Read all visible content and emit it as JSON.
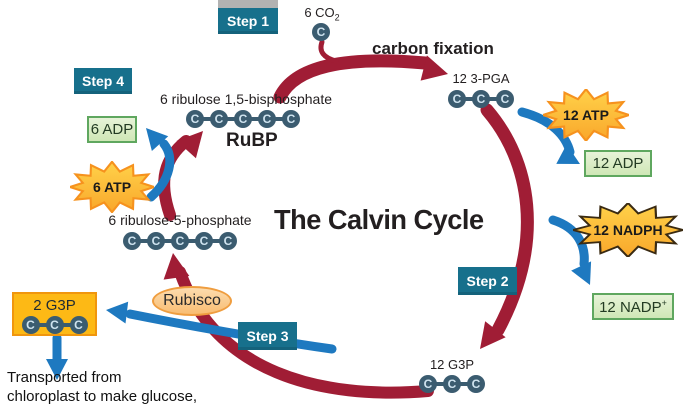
{
  "carbon_letter": "C",
  "title": "The Calvin Cycle",
  "steps": {
    "s1": "Step 1",
    "s2": "Step 2",
    "s3": "Step 3",
    "s4": "Step 4"
  },
  "labels": {
    "carbon_fixation": "carbon fixation",
    "co2": "6 CO",
    "co2_sub": "2",
    "pga": "12 3-PGA",
    "g3p_12": "12 G3P",
    "g3p_2": "2 G3P",
    "r5p": "6 ribulose-5-phosphate",
    "rubp_full": "6 ribulose 1,5-bisphosphate",
    "rubp_abbr": "RuBP",
    "enzyme": "Rubisco",
    "transport_1": "Transported from",
    "transport_2": "chloroplast to make glucose,"
  },
  "energy": {
    "atp_12": "12 ATP",
    "adp_12": "12 ADP",
    "nadph_12": "12 NADPH",
    "nadp_12": "12 NADP",
    "nadp_12_sup": "+",
    "atp_6": "6 ATP",
    "adp_6": "6 ADP"
  },
  "colors": {
    "cycle_arrow": "#a01d35",
    "transfer_arrow": "#1e79c0",
    "step_box": "#17708c",
    "carbon_circle": "#3b5c70",
    "adp_box_fill": "#d9edc4",
    "adp_box_border": "#5fa75f",
    "atp_star_fill": "#ffd24a",
    "atp_star_border": "#f6921e",
    "nadph_star_border": "#3a2a12",
    "g3p_box_fill": "#fdb913",
    "rubisco_fill": "#fbd3a0"
  }
}
